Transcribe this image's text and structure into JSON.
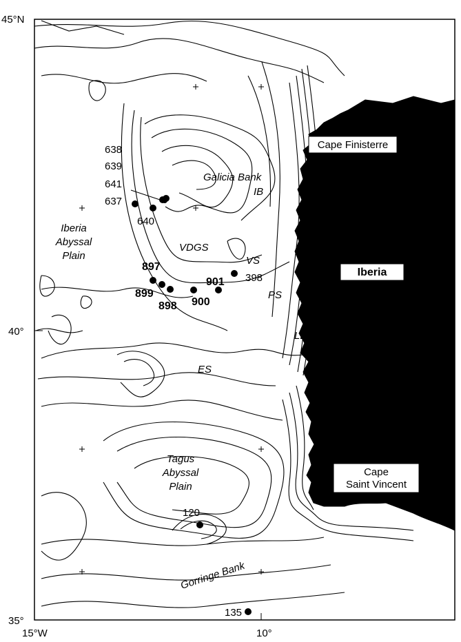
{
  "axes": {
    "lat_top": "45°N",
    "lat_mid": "40°",
    "lat_bottom": "35°",
    "lon_left": "15°W",
    "lon_mid": "10°"
  },
  "land": {
    "name": "Iberia",
    "capes": {
      "finisterre": "Cape Finisterre",
      "saint_vincent_line1": "Cape",
      "saint_vincent_line2": "Saint Vincent"
    }
  },
  "features": {
    "iberia_abyssal_plain": [
      "Iberia",
      "Abyssal",
      "Plain"
    ],
    "tagus_abyssal_plain": [
      "Tagus",
      "Abyssal",
      "Plain"
    ],
    "galicia_bank": "Galicia Bank",
    "gorringe_bank": "Gorringe Bank",
    "ib": "IB",
    "vdgs": "VDGS",
    "vs": "VS",
    "ps": "PS",
    "lb": "LB",
    "es": "ES"
  },
  "sites": {
    "old": [
      "638",
      "639",
      "641",
      "637",
      "640",
      "398",
      "120",
      "135"
    ],
    "new": [
      "897",
      "899",
      "898",
      "900",
      "901"
    ]
  },
  "colors": {
    "land": "#000000",
    "contour": "#000000",
    "sea": "#ffffff"
  }
}
